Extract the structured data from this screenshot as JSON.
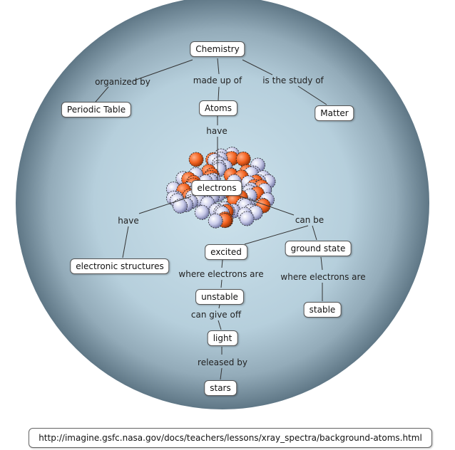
{
  "nodes": {
    "chemistry": "Chemistry",
    "periodic_table": "Periodic Table",
    "atoms": "Atoms",
    "matter": "Matter",
    "electrons": "electrons",
    "electronic_structures": "electronic structures",
    "excited": "excited",
    "ground_state": "ground state",
    "unstable": "unstable",
    "stable": "stable",
    "light": "light",
    "stars": "stars"
  },
  "links": {
    "organized_by": "organized by",
    "made_up_of": "made up of",
    "is_the_study_of": "is the study of",
    "have_atoms": "have",
    "have_electrons": "have",
    "can_be": "can be",
    "where_electrons_are_1": "where electrons are",
    "where_electrons_are_2": "where electrons are",
    "can_give_off": "can give off",
    "released_by": "released by"
  },
  "source_url": "http://imagine.gsfc.nasa.gov/docs/teachers/lessons/xray_spectra/background-atoms.html",
  "colors": {
    "background_center": "#c9dfe9",
    "background_edge": "#6f8796",
    "proton": "#f26a2a",
    "neutron": "#c8c9e8",
    "line": "#333333"
  },
  "illustration": "atom-nucleus-cluster"
}
